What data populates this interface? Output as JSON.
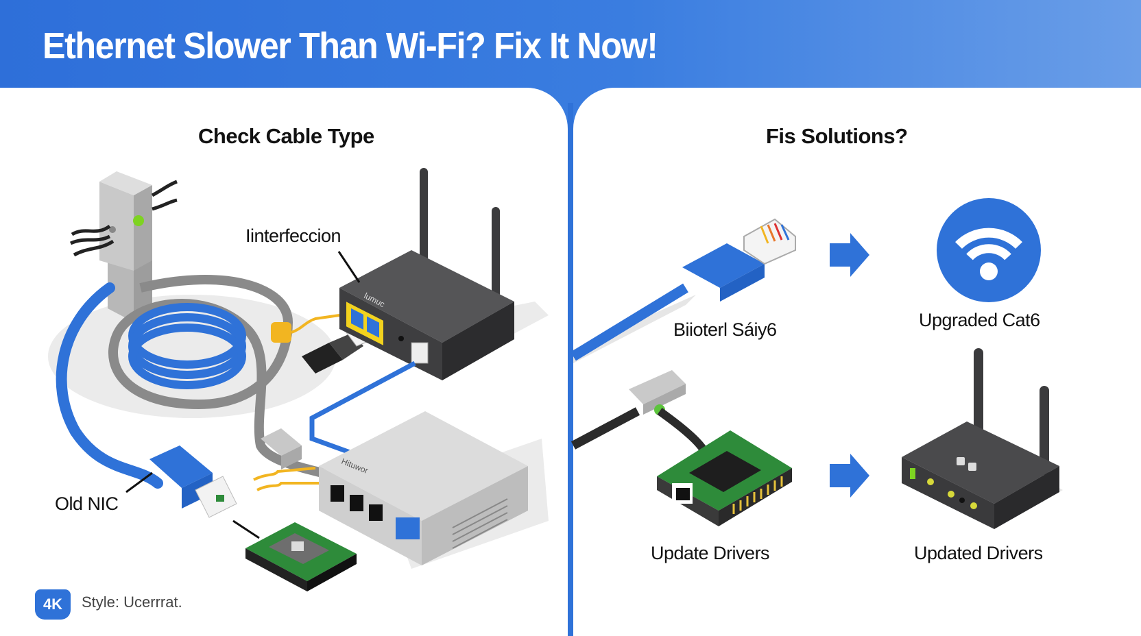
{
  "header": {
    "title": "Ethernet Slower Than Wi-Fi? Fix It Now!"
  },
  "left_panel": {
    "heading": "Check Cable Type",
    "callouts": [
      {
        "label": "Iinterfeccion"
      },
      {
        "label": "Old NIC"
      }
    ],
    "device_labels": {
      "router": "lumuc",
      "switch": "Hituwor"
    }
  },
  "right_panel": {
    "heading": "Fis Solutions?",
    "steps": [
      {
        "from_label": "Biioterl Sáiy6",
        "to_label": "Upgraded Cat6",
        "to_icon": "wifi-icon"
      },
      {
        "from_label": "Update Drivers",
        "to_label": "Updated Drivers",
        "to_icon": "router-icon"
      }
    ]
  },
  "footer": {
    "badge": "4K",
    "text": "Style: Ucerrrat."
  },
  "colors": {
    "brand_blue": "#2f72d8",
    "router_dark": "#4a4a4c",
    "pcb_green": "#2e8b3a",
    "accent_yellow": "#f2b521",
    "led_green": "#7ed321"
  }
}
